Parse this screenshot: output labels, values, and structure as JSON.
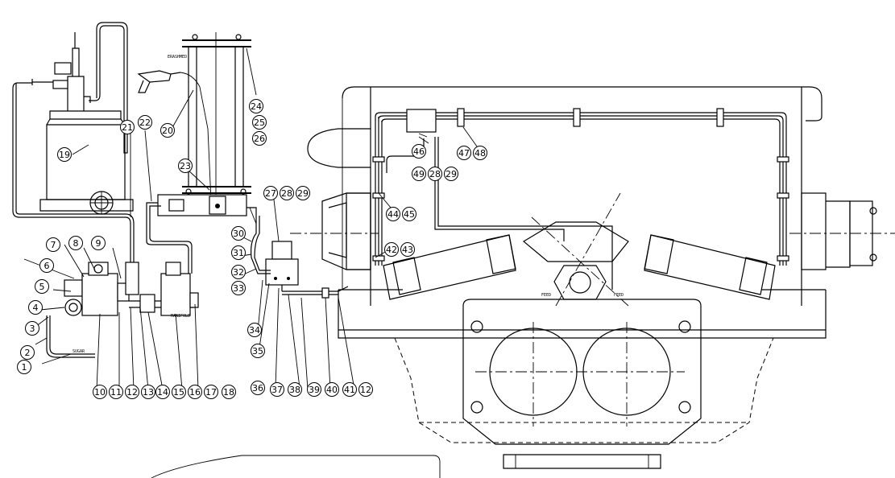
{
  "callouts": [
    {
      "label": "1"
    },
    {
      "label": "2"
    },
    {
      "label": "3"
    },
    {
      "label": "4"
    },
    {
      "label": "5"
    },
    {
      "label": "6"
    },
    {
      "label": "7"
    },
    {
      "label": "8"
    },
    {
      "label": "9"
    },
    {
      "label": "10"
    },
    {
      "label": "11"
    },
    {
      "label": "12"
    },
    {
      "label": "13"
    },
    {
      "label": "14"
    },
    {
      "label": "15"
    },
    {
      "label": "16"
    },
    {
      "label": "17"
    },
    {
      "label": "18"
    },
    {
      "label": "19"
    },
    {
      "label": "20"
    },
    {
      "label": "21"
    },
    {
      "label": "22"
    },
    {
      "label": "23"
    },
    {
      "label": "24"
    },
    {
      "label": "25"
    },
    {
      "label": "26"
    },
    {
      "label": "27"
    },
    {
      "label": "28"
    },
    {
      "label": "29"
    },
    {
      "label": "30"
    },
    {
      "label": "31"
    },
    {
      "label": "32"
    },
    {
      "label": "33"
    },
    {
      "label": "34"
    },
    {
      "label": "35"
    },
    {
      "label": "36"
    },
    {
      "label": "37"
    },
    {
      "label": "38"
    },
    {
      "label": "39"
    },
    {
      "label": "40"
    },
    {
      "label": "41"
    },
    {
      "label": "12"
    },
    {
      "label": "42"
    },
    {
      "label": "43"
    },
    {
      "label": "44"
    },
    {
      "label": "45"
    },
    {
      "label": "46"
    },
    {
      "label": "47"
    },
    {
      "label": "48"
    },
    {
      "label": "49"
    },
    {
      "label": "28"
    },
    {
      "label": "29"
    },
    {
      "label": "27"
    },
    {
      "label": "28"
    },
    {
      "label": "29"
    },
    {
      "label": "21"
    }
  ]
}
